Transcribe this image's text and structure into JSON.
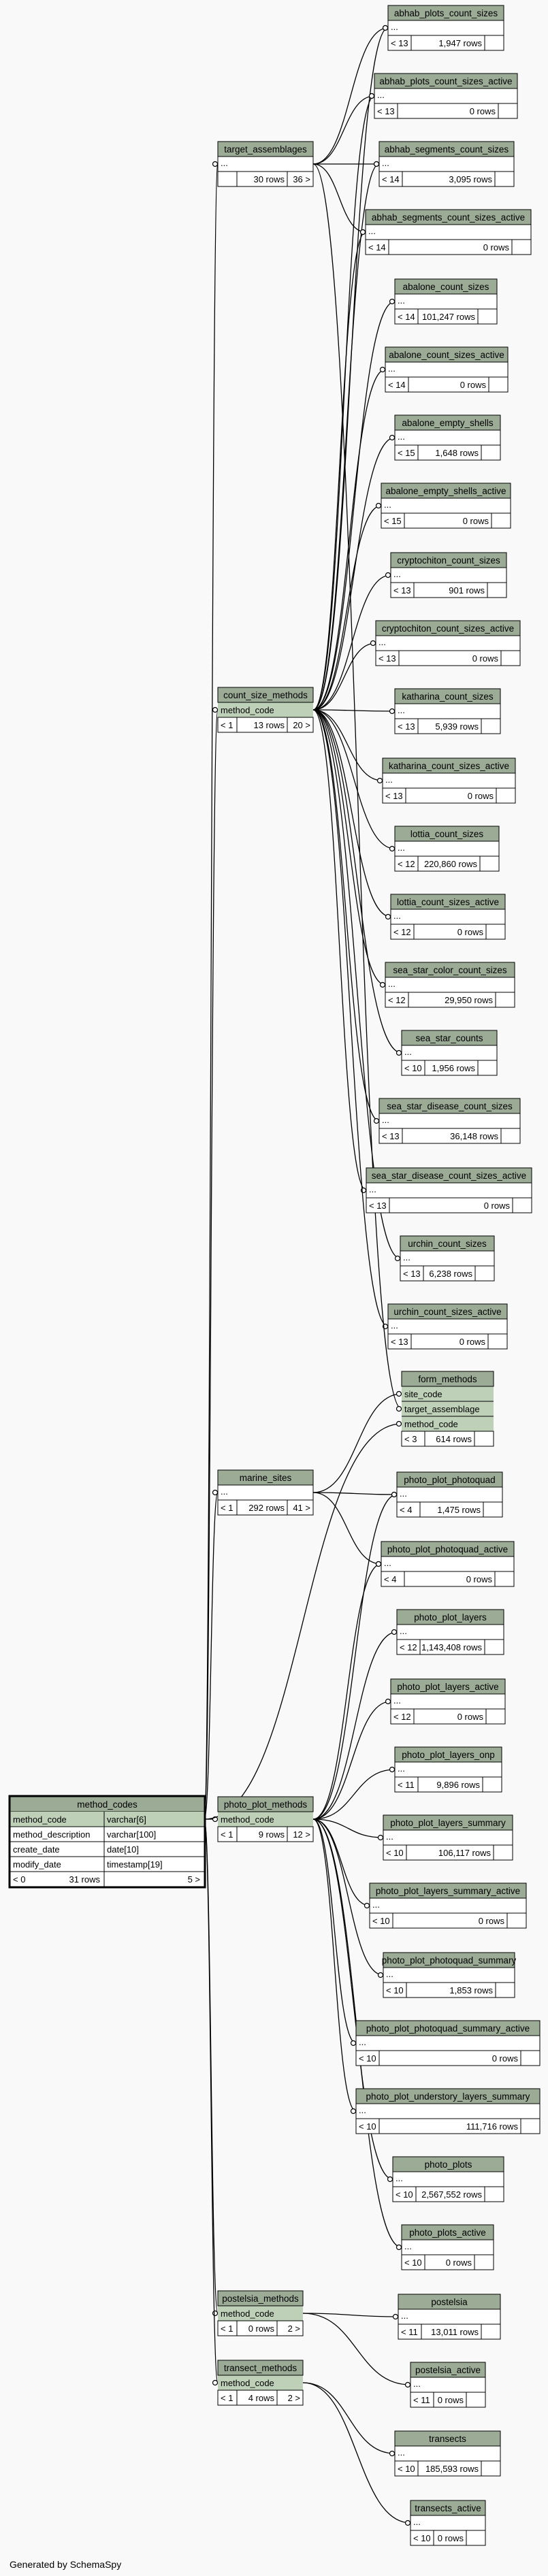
{
  "diagram": {
    "focus": {
      "name": "method_codes",
      "columns": [
        {
          "name": "method_code",
          "type": "varchar[6]",
          "key": true
        },
        {
          "name": "method_description",
          "type": "varchar[100]",
          "key": false
        },
        {
          "name": "create_date",
          "type": "date[10]",
          "key": false
        },
        {
          "name": "modify_date",
          "type": "timestamp[19]",
          "key": false
        }
      ],
      "footer": {
        "left": "< 0",
        "mid": "31 rows",
        "right": "5 >"
      }
    },
    "parents": [
      {
        "name": "target_assemblages",
        "cols": [],
        "footer": {
          "left": "",
          "mid": "30 rows",
          "right": "36 >"
        }
      },
      {
        "name": "count_size_methods",
        "cols": [
          "method_code"
        ],
        "footer": {
          "left": "< 1",
          "mid": "13 rows",
          "right": "20 >"
        }
      },
      {
        "name": "marine_sites",
        "cols": [],
        "footer": {
          "left": "< 1",
          "mid": "292 rows",
          "right": "41 >"
        }
      },
      {
        "name": "photo_plot_methods",
        "cols": [
          "method_code"
        ],
        "footer": {
          "left": "< 1",
          "mid": "9 rows",
          "right": "12 >"
        }
      },
      {
        "name": "postelsia_methods",
        "cols": [
          "method_code"
        ],
        "footer": {
          "left": "< 1",
          "mid": "0 rows",
          "right": "2 >"
        }
      },
      {
        "name": "transect_methods",
        "cols": [
          "method_code"
        ],
        "footer": {
          "left": "< 1",
          "mid": "4 rows",
          "right": "2 >"
        }
      }
    ],
    "children": [
      {
        "name": "abhab_plots_count_sizes",
        "cols": [],
        "footer": {
          "left": "< 13",
          "mid": "1,947 rows"
        }
      },
      {
        "name": "abhab_plots_count_sizes_active",
        "cols": [],
        "footer": {
          "left": "< 13",
          "mid": "0 rows"
        }
      },
      {
        "name": "abhab_segments_count_sizes",
        "cols": [],
        "footer": {
          "left": "< 14",
          "mid": "3,095 rows"
        }
      },
      {
        "name": "abhab_segments_count_sizes_active",
        "cols": [],
        "footer": {
          "left": "< 14",
          "mid": "0 rows"
        }
      },
      {
        "name": "abalone_count_sizes",
        "cols": [],
        "footer": {
          "left": "< 14",
          "mid": "101,247 rows"
        }
      },
      {
        "name": "abalone_count_sizes_active",
        "cols": [],
        "footer": {
          "left": "< 14",
          "mid": "0 rows"
        }
      },
      {
        "name": "abalone_empty_shells",
        "cols": [],
        "footer": {
          "left": "< 15",
          "mid": "1,648 rows"
        }
      },
      {
        "name": "abalone_empty_shells_active",
        "cols": [],
        "footer": {
          "left": "< 15",
          "mid": "0 rows"
        }
      },
      {
        "name": "cryptochiton_count_sizes",
        "cols": [],
        "footer": {
          "left": "< 13",
          "mid": "901 rows"
        }
      },
      {
        "name": "cryptochiton_count_sizes_active",
        "cols": [],
        "footer": {
          "left": "< 13",
          "mid": "0 rows"
        }
      },
      {
        "name": "katharina_count_sizes",
        "cols": [],
        "footer": {
          "left": "< 13",
          "mid": "5,939 rows"
        }
      },
      {
        "name": "katharina_count_sizes_active",
        "cols": [],
        "footer": {
          "left": "< 13",
          "mid": "0 rows"
        }
      },
      {
        "name": "lottia_count_sizes",
        "cols": [],
        "footer": {
          "left": "< 12",
          "mid": "220,860 rows"
        }
      },
      {
        "name": "lottia_count_sizes_active",
        "cols": [],
        "footer": {
          "left": "< 12",
          "mid": "0 rows"
        }
      },
      {
        "name": "sea_star_color_count_sizes",
        "cols": [],
        "footer": {
          "left": "< 12",
          "mid": "29,950 rows"
        }
      },
      {
        "name": "sea_star_counts",
        "cols": [],
        "footer": {
          "left": "< 10",
          "mid": "1,956 rows"
        }
      },
      {
        "name": "sea_star_disease_count_sizes",
        "cols": [],
        "footer": {
          "left": "< 13",
          "mid": "36,148 rows"
        }
      },
      {
        "name": "sea_star_disease_count_sizes_active",
        "cols": [],
        "footer": {
          "left": "< 13",
          "mid": "0 rows"
        }
      },
      {
        "name": "urchin_count_sizes",
        "cols": [],
        "footer": {
          "left": "< 13",
          "mid": "6,238 rows"
        }
      },
      {
        "name": "urchin_count_sizes_active",
        "cols": [],
        "footer": {
          "left": "< 13",
          "mid": "0 rows"
        }
      },
      {
        "name": "form_methods",
        "cols": [
          "site_code",
          "target_assemblage",
          "method_code"
        ],
        "footer": {
          "left": "< 3",
          "mid": "614 rows"
        }
      },
      {
        "name": "photo_plot_photoquad",
        "cols": [],
        "footer": {
          "left": "< 4",
          "mid": "1,475 rows"
        }
      },
      {
        "name": "photo_plot_photoquad_active",
        "cols": [],
        "footer": {
          "left": "< 4",
          "mid": "0 rows"
        }
      },
      {
        "name": "photo_plot_layers",
        "cols": [],
        "footer": {
          "left": "< 12",
          "mid": "1,143,408 rows"
        }
      },
      {
        "name": "photo_plot_layers_active",
        "cols": [],
        "footer": {
          "left": "< 12",
          "mid": "0 rows"
        }
      },
      {
        "name": "photo_plot_layers_onp",
        "cols": [],
        "footer": {
          "left": "< 11",
          "mid": "9,896 rows"
        }
      },
      {
        "name": "photo_plot_layers_summary",
        "cols": [],
        "footer": {
          "left": "< 10",
          "mid": "106,117 rows"
        }
      },
      {
        "name": "photo_plot_layers_summary_active",
        "cols": [],
        "footer": {
          "left": "< 10",
          "mid": "0 rows"
        }
      },
      {
        "name": "photo_plot_photoquad_summary",
        "cols": [],
        "footer": {
          "left": "< 10",
          "mid": "1,853 rows"
        }
      },
      {
        "name": "photo_plot_photoquad_summary_active",
        "cols": [],
        "footer": {
          "left": "< 10",
          "mid": "0 rows"
        }
      },
      {
        "name": "photo_plot_understory_layers_summary",
        "cols": [],
        "footer": {
          "left": "< 10",
          "mid": "111,716 rows"
        }
      },
      {
        "name": "photo_plots",
        "cols": [],
        "footer": {
          "left": "< 10",
          "mid": "2,567,552 rows"
        }
      },
      {
        "name": "photo_plots_active",
        "cols": [],
        "footer": {
          "left": "< 10",
          "mid": "0 rows"
        }
      },
      {
        "name": "postelsia",
        "cols": [],
        "footer": {
          "left": "< 11",
          "mid": "13,011 rows"
        }
      },
      {
        "name": "postelsia_active",
        "cols": [],
        "footer": {
          "left": "< 11",
          "mid": "0 rows"
        }
      },
      {
        "name": "transects",
        "cols": [],
        "footer": {
          "left": "< 10",
          "mid": "185,593 rows"
        }
      },
      {
        "name": "transects_active",
        "cols": [],
        "footer": {
          "left": "< 10",
          "mid": "0 rows"
        }
      }
    ],
    "ellipsis": "...",
    "colors": {
      "header": "#9bab96",
      "key_row": "#bed1b8",
      "body": "#ffffff",
      "background": "#f9f9f9"
    }
  },
  "footer_text": "Generated by SchemaSpy"
}
